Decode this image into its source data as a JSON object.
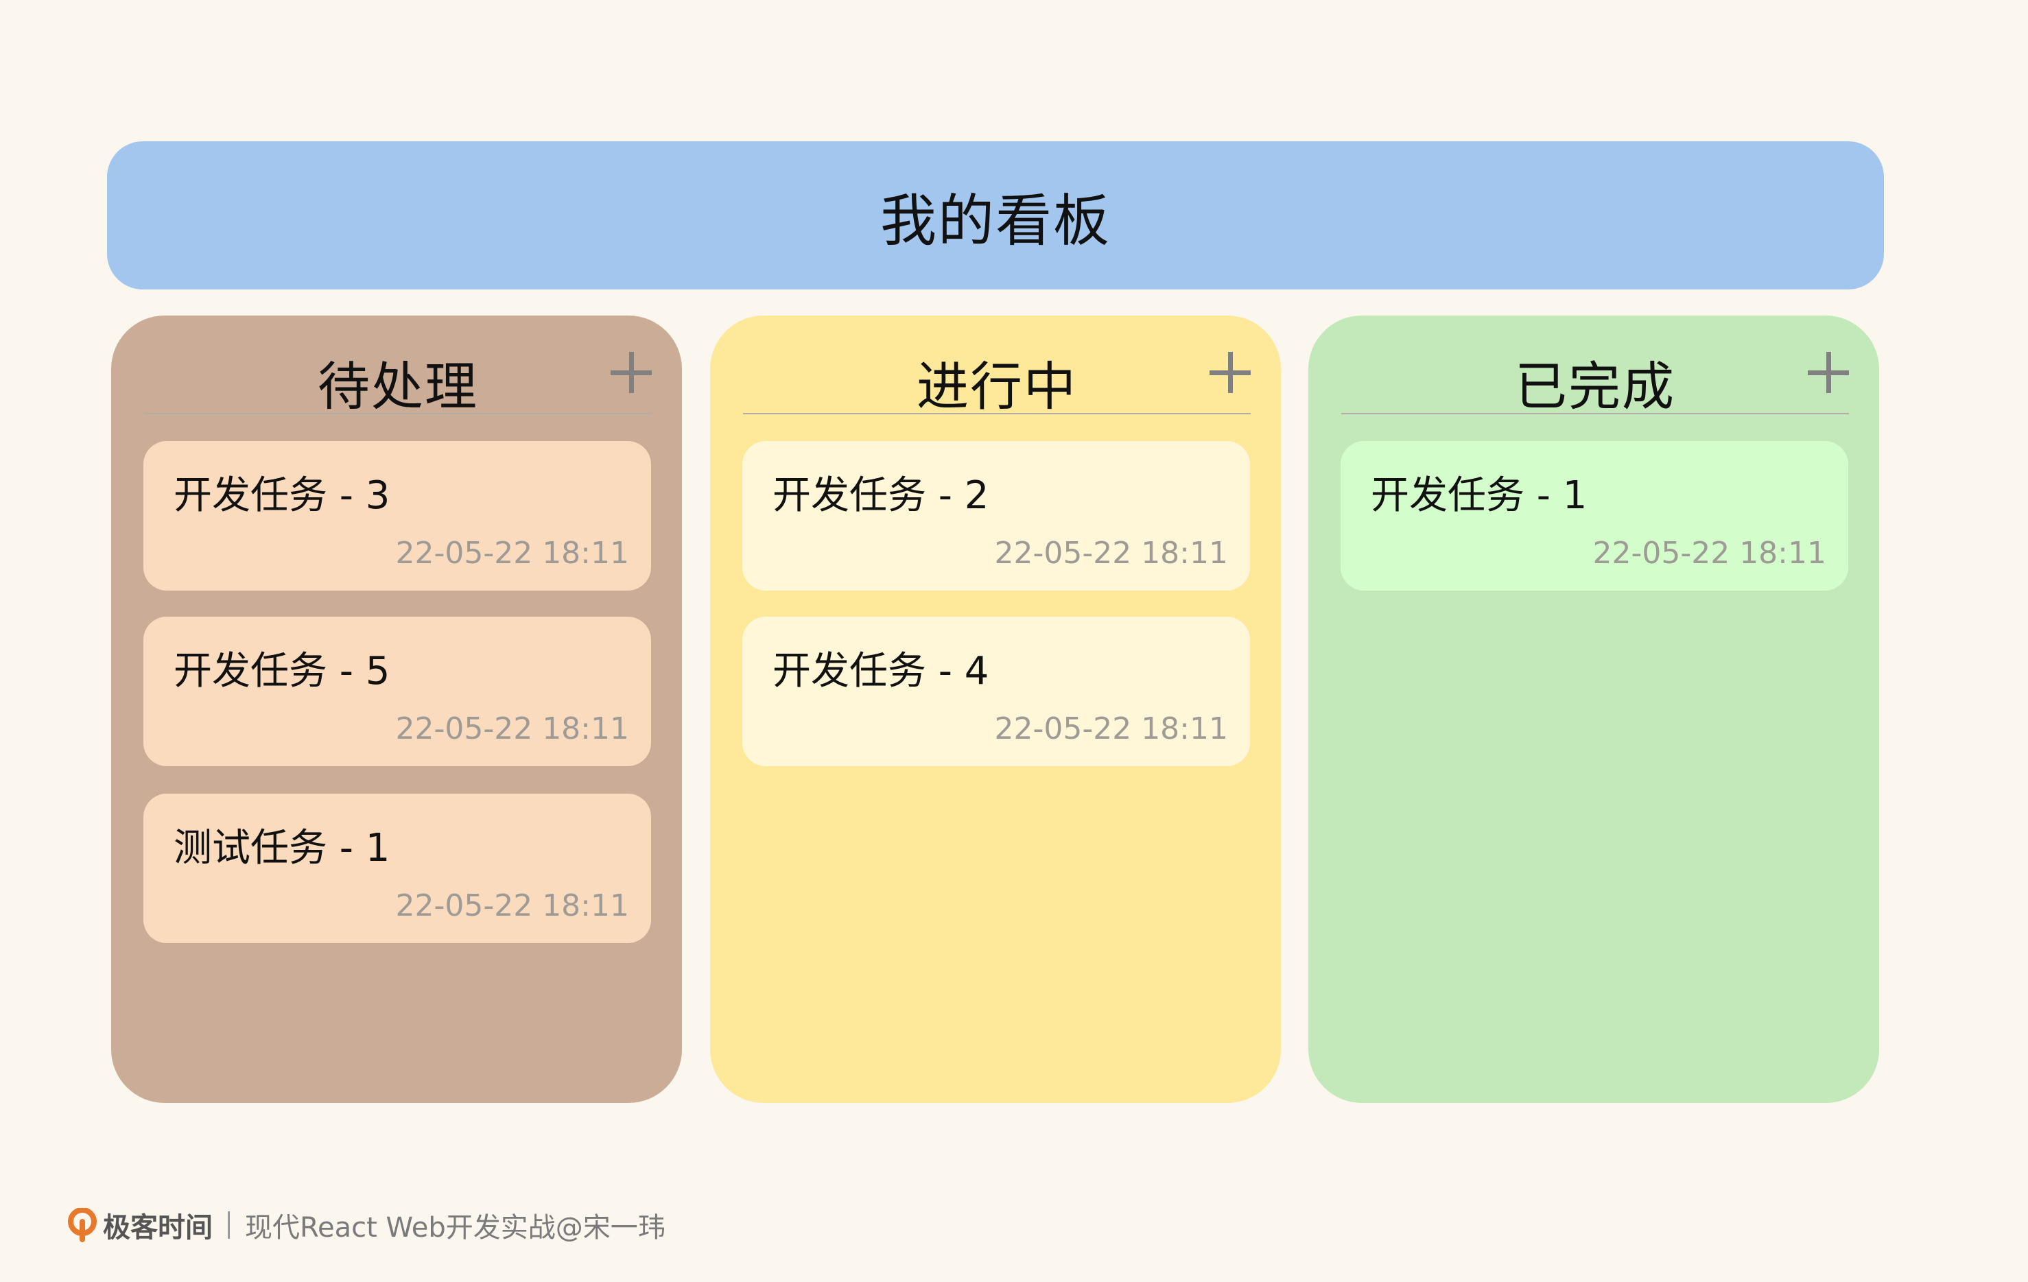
{
  "board": {
    "title": "我的看板"
  },
  "columns": [
    {
      "title": "待处理",
      "add_icon": "plus-icon",
      "color": "#cbad97",
      "card_color": "#fbdbbe",
      "cards": [
        {
          "title": "开发任务 - 3",
          "time": "22-05-22 18:11"
        },
        {
          "title": "开发任务 - 5",
          "time": "22-05-22 18:11"
        },
        {
          "title": "测试任务 - 1",
          "time": "22-05-22 18:11"
        }
      ]
    },
    {
      "title": "进行中",
      "add_icon": "plus-icon",
      "color": "#fee89a",
      "card_color": "#fff7d8",
      "cards": [
        {
          "title": "开发任务 - 2",
          "time": "22-05-22 18:11"
        },
        {
          "title": "开发任务 - 4",
          "time": "22-05-22 18:11"
        }
      ]
    },
    {
      "title": "已完成",
      "add_icon": "plus-icon",
      "color": "#c3e9ba",
      "card_color": "#d3fdca",
      "cards": [
        {
          "title": "开发任务 - 1",
          "time": "22-05-22 18:11"
        }
      ]
    }
  ],
  "footer": {
    "logo_text": "极客时间",
    "text": "现代React Web开发实战@宋一玮"
  },
  "colors": {
    "background": "#fbf7ee",
    "header": "#a3c6ee",
    "logo_accent": "#e8782c"
  }
}
